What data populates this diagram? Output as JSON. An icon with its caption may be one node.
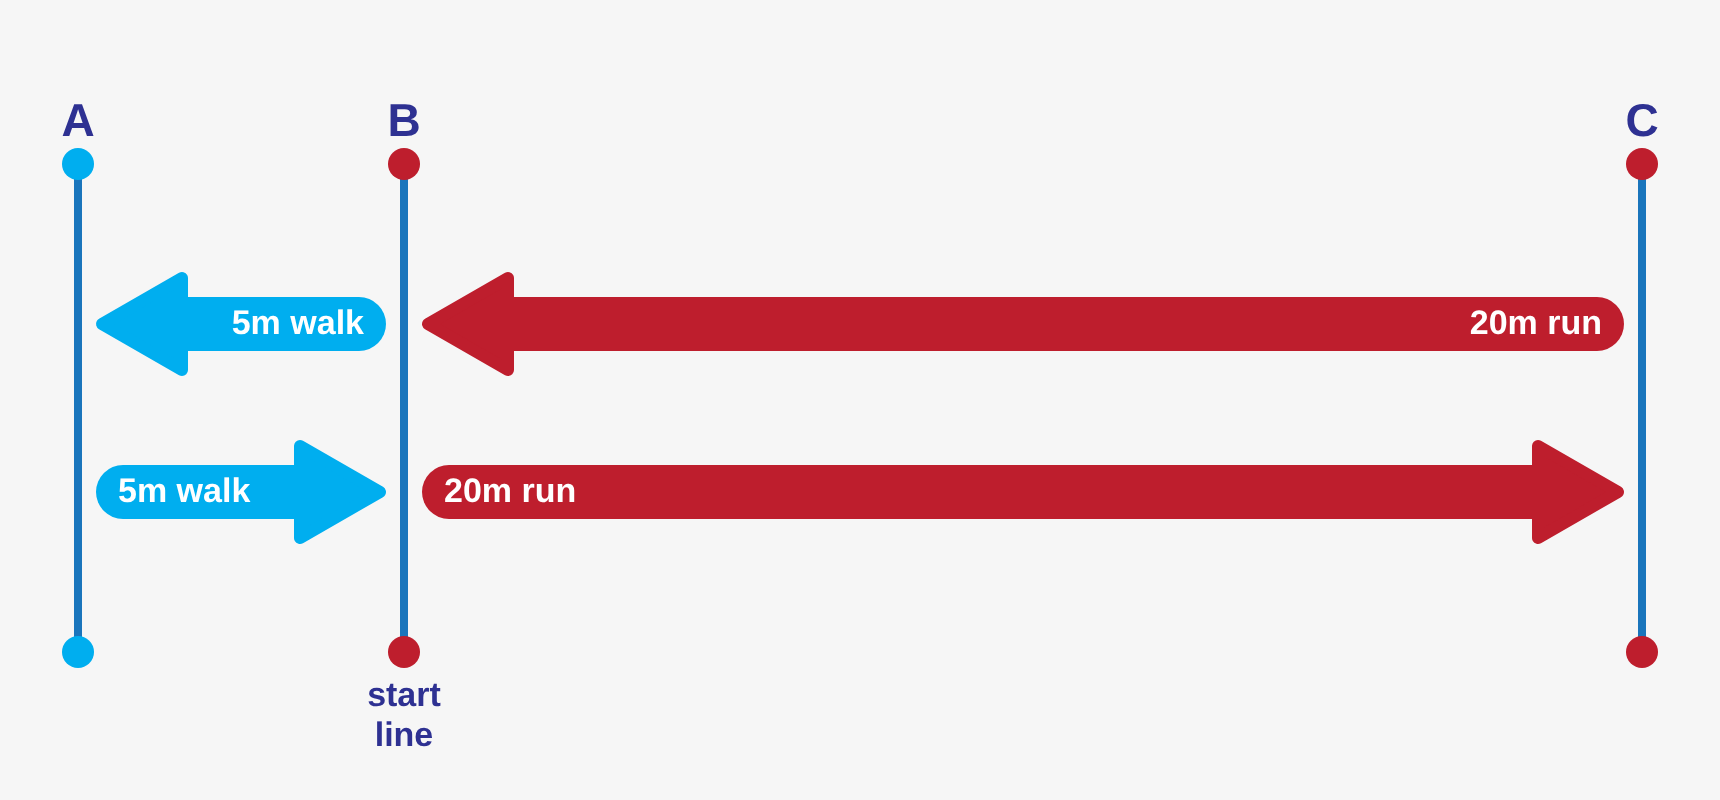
{
  "diagram": {
    "nodes": [
      {
        "text": [
          "A"
        ]
      },
      {
        "text": [
          "B"
        ],
        "beside": [
          "start line"
        ]
      },
      {
        "text": [
          "C"
        ]
      }
    ],
    "edges": [
      {
        "from": 1,
        "to": 0,
        "arrow": "to",
        "label": "5m walk",
        "color": "#00aeef"
      },
      {
        "from": 2,
        "to": 1,
        "arrow": "to",
        "label": "20m run",
        "color": "#be1e2d"
      },
      {
        "from": 0,
        "to": 1,
        "arrow": "to",
        "label": "5m walk",
        "color": "#00aeef"
      },
      {
        "from": 1,
        "to": 2,
        "arrow": "to",
        "label": "20m run",
        "color": "#be1e2d"
      }
    ]
  }
}
